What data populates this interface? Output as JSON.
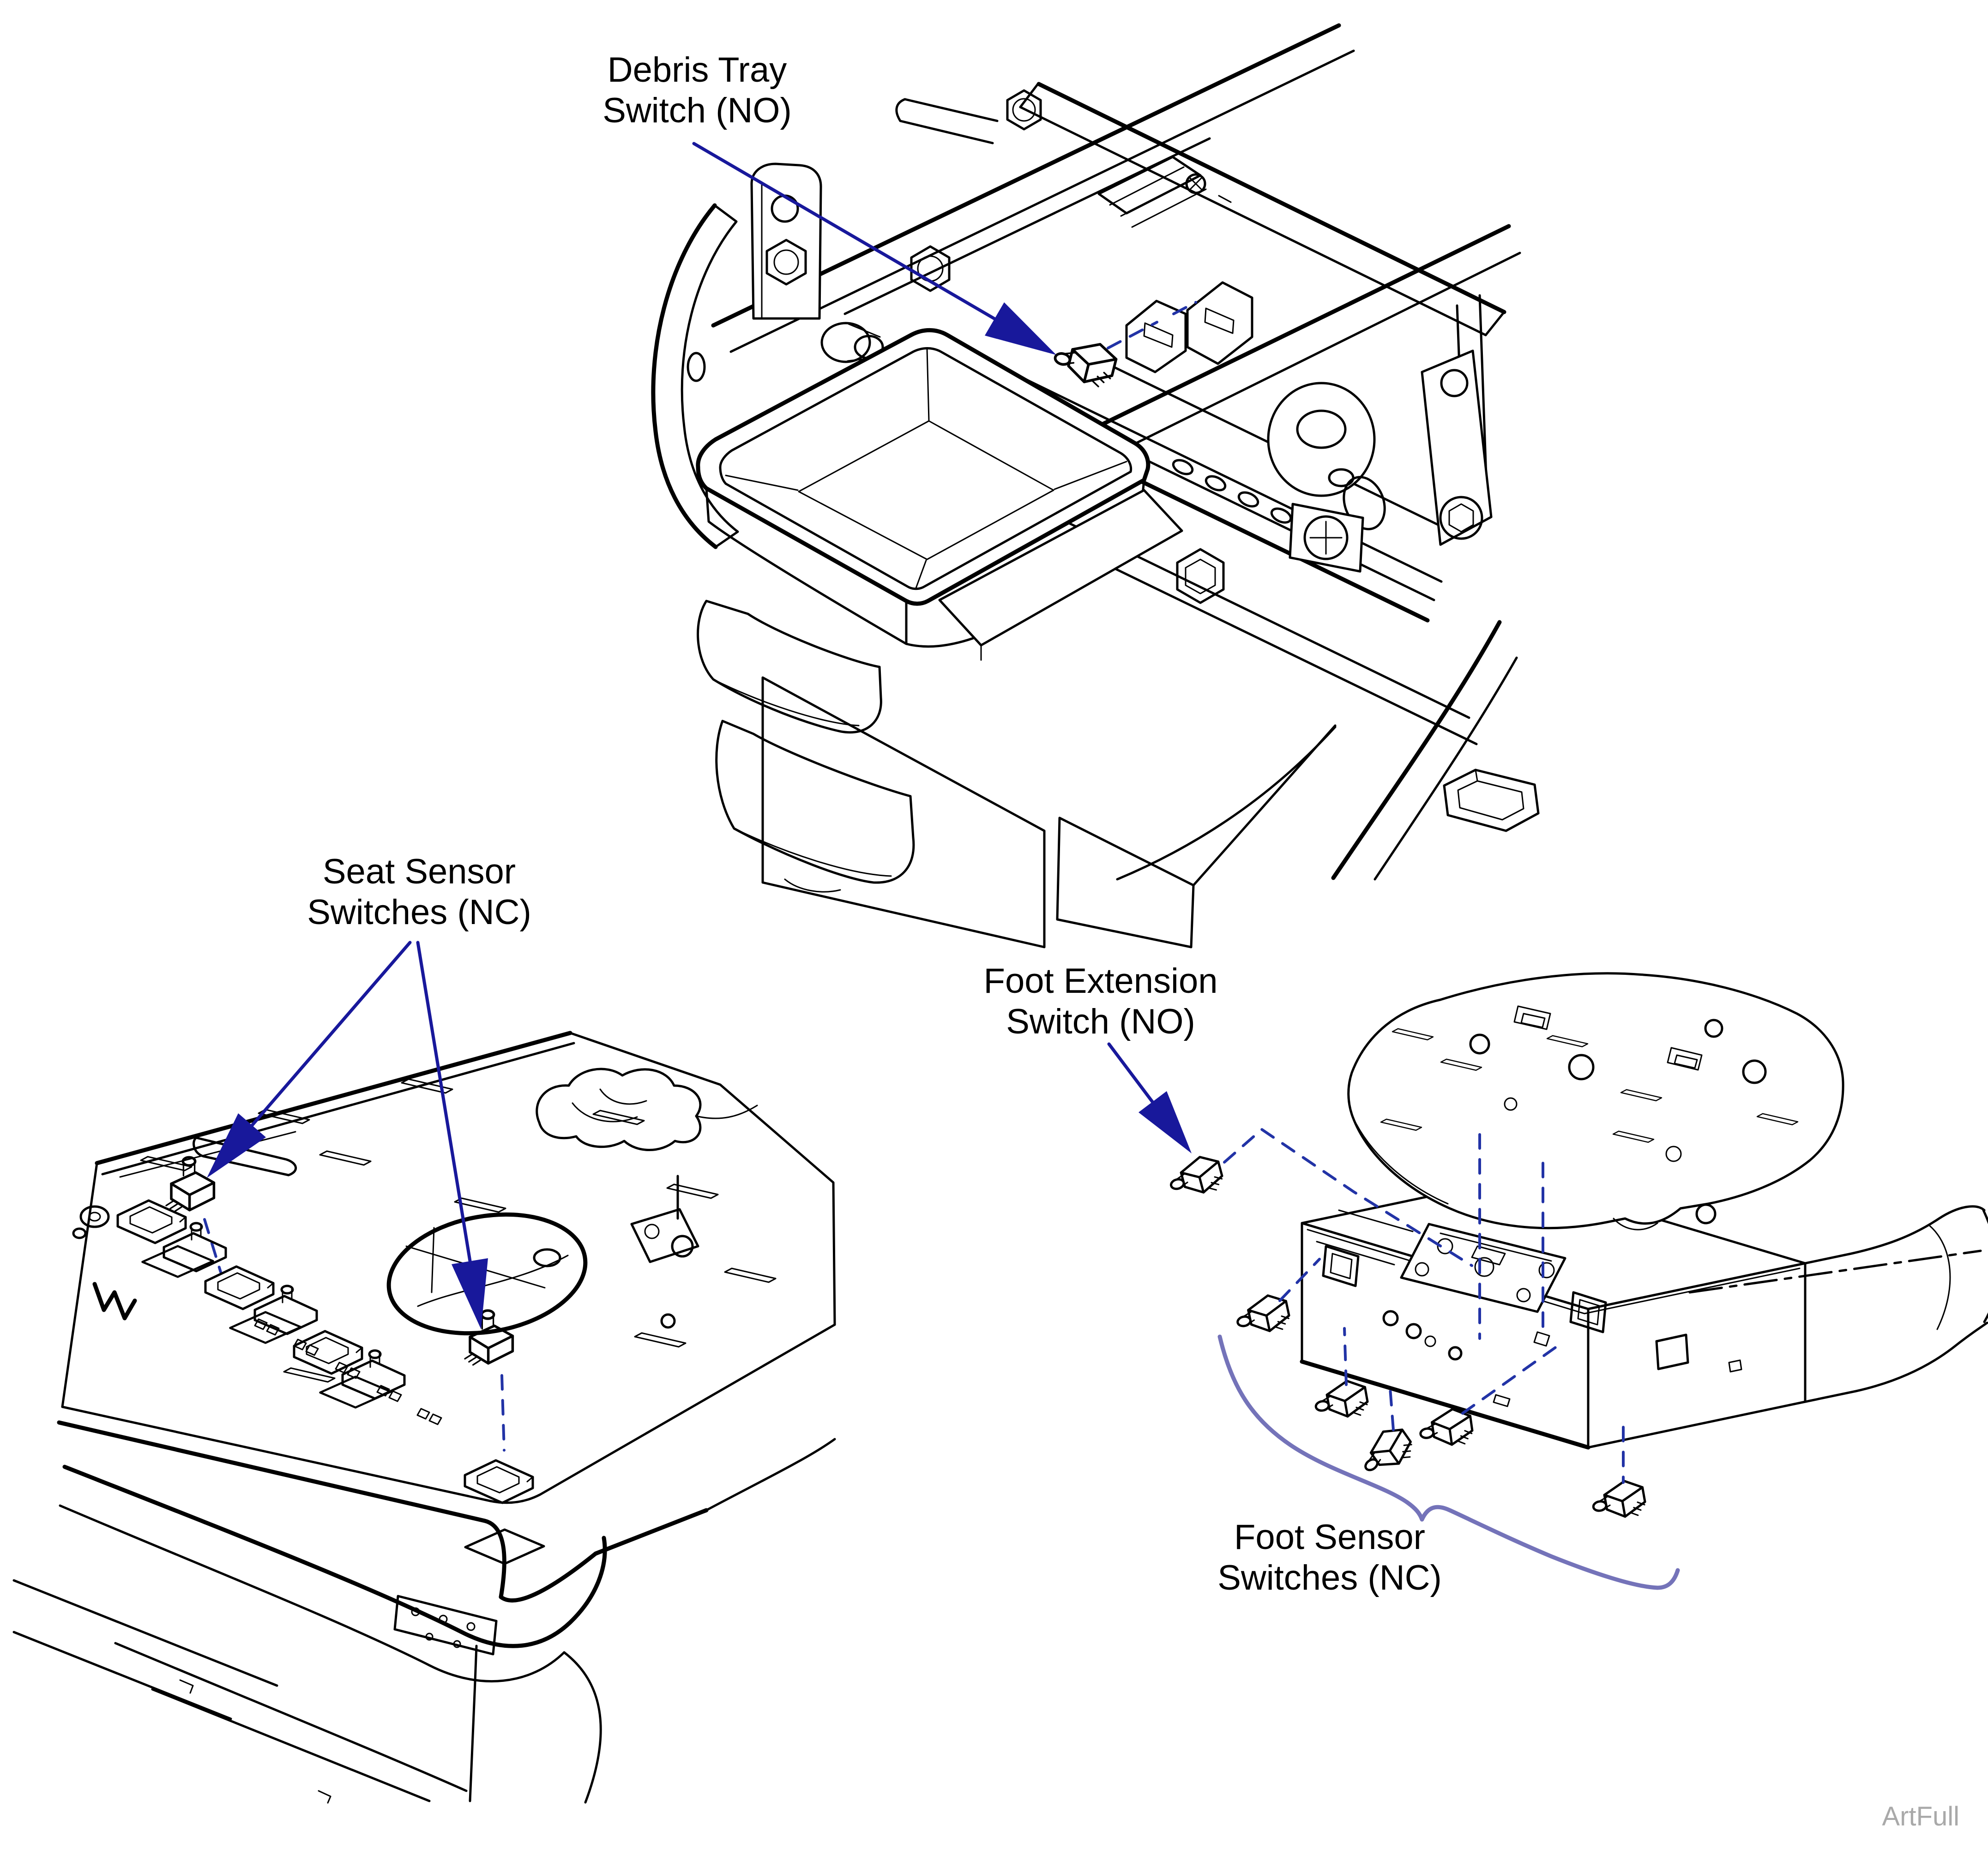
{
  "colors": {
    "line": "#000000",
    "arrow": "#18189B",
    "dashed": "#2233A6",
    "brace": "#7473B9",
    "watermark": "#A9A9A9",
    "background": "#FFFFFF"
  },
  "labels": {
    "debris_tray_switch": {
      "line1": "Debris Tray",
      "line2": "Switch (NO)"
    },
    "seat_sensor_switches": {
      "line1": "Seat Sensor",
      "line2": "Switches (NC)"
    },
    "foot_extension_switch": {
      "line1": "Foot Extension",
      "line2": "Switch (NO)"
    },
    "foot_sensor_switches": {
      "line1": "Foot Sensor",
      "line2": "Switches (NC)"
    }
  },
  "watermark": "ArtFull"
}
